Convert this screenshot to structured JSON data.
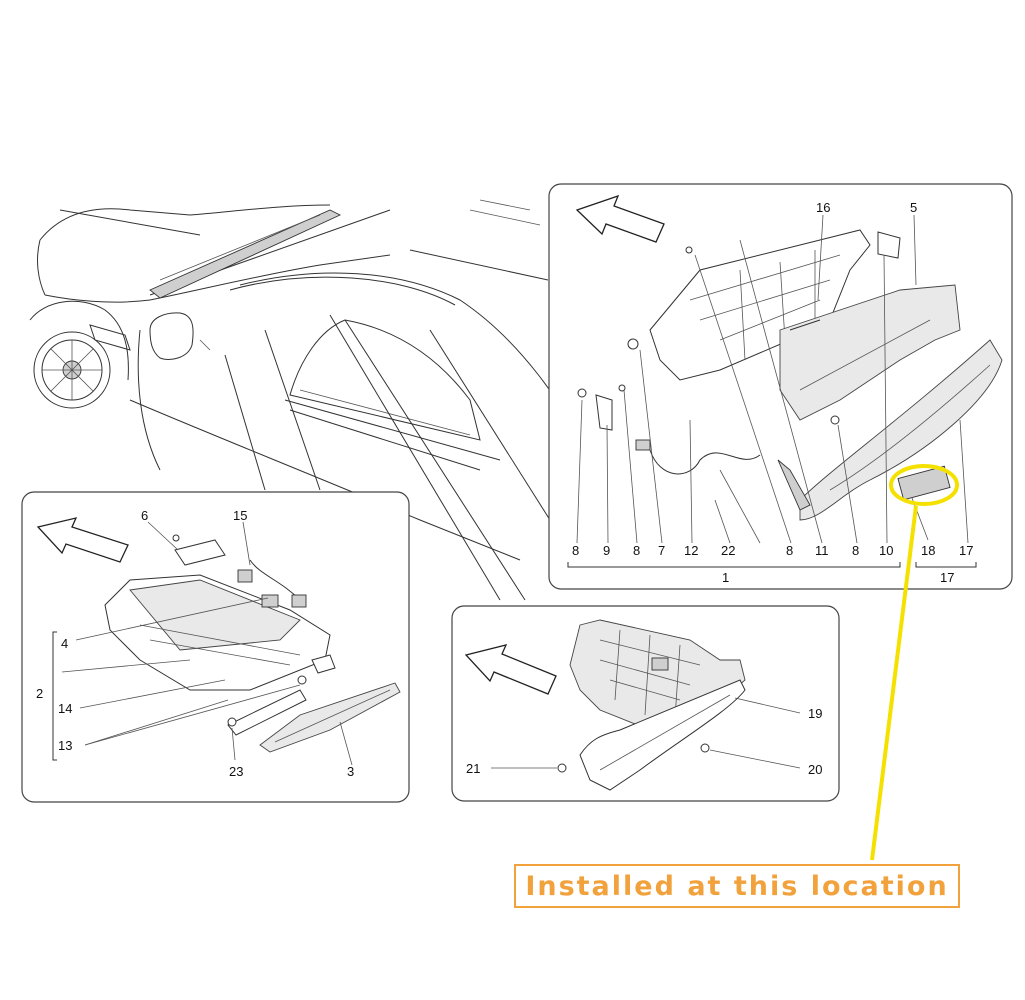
{
  "callout": {
    "text": "Installed at this location",
    "text_color": "#f2a23c",
    "highlight_color": "#f5e100"
  },
  "panels": {
    "top_right": {
      "labels": [
        "16",
        "5",
        "8",
        "9",
        "8",
        "7",
        "12",
        "22",
        "8",
        "11",
        "8",
        "10",
        "18",
        "17"
      ],
      "group_labels": [
        "1",
        "17"
      ]
    },
    "bottom_left": {
      "labels": [
        "6",
        "15",
        "4",
        "2",
        "14",
        "13",
        "23",
        "3"
      ]
    },
    "bottom_middle": {
      "labels": [
        "19",
        "21",
        "20"
      ]
    }
  },
  "icons": [
    "direction-arrow-icon"
  ]
}
